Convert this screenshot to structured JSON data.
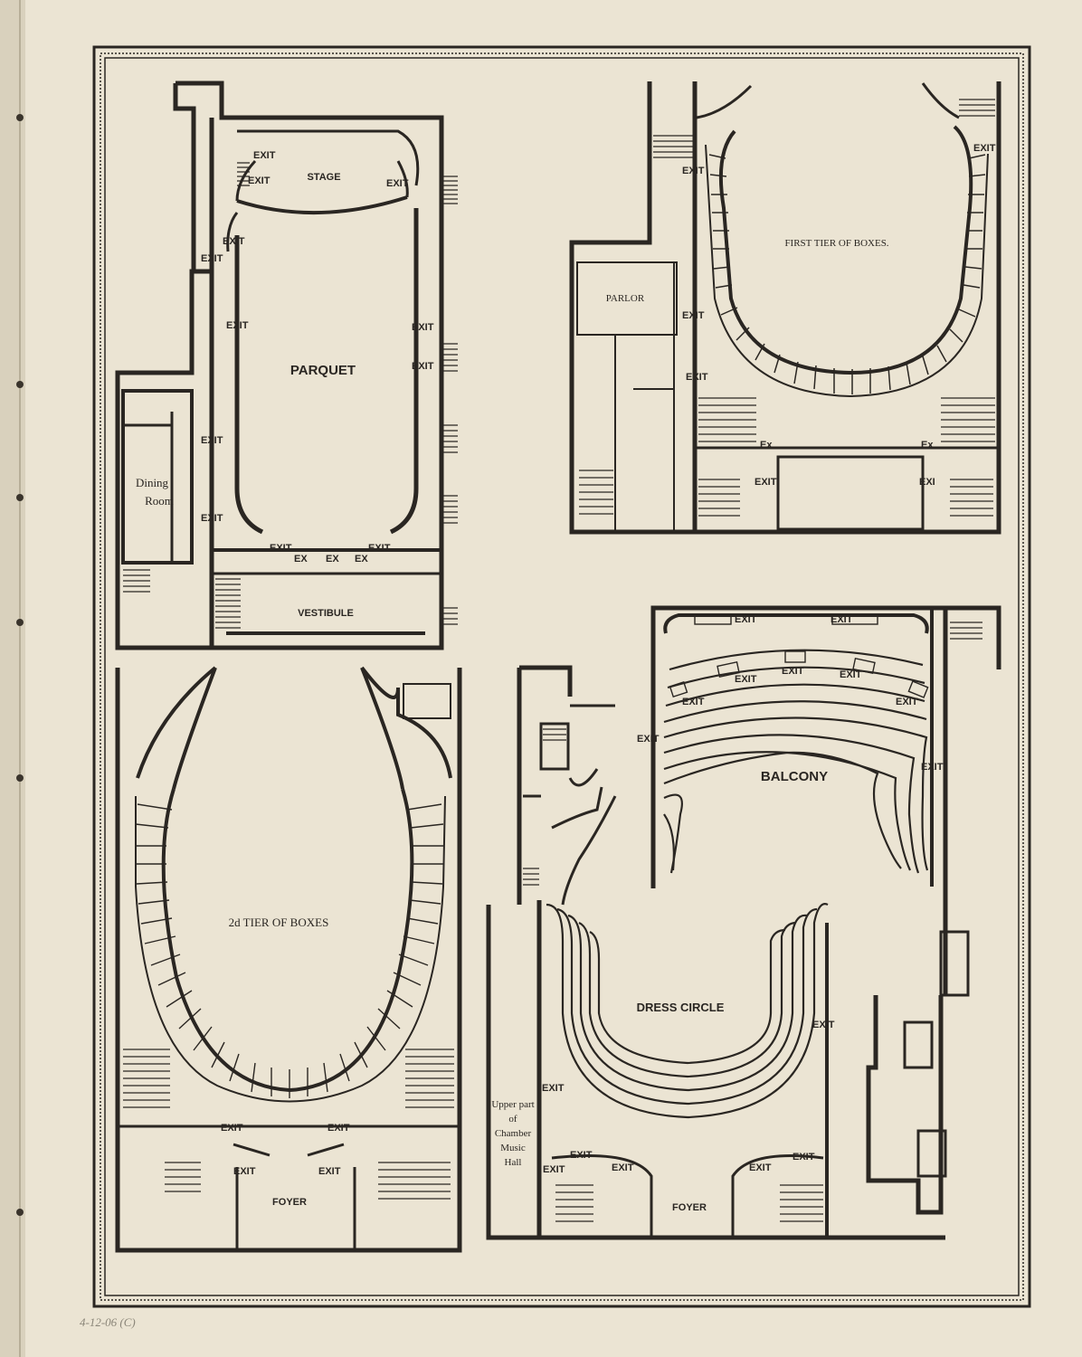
{
  "plans": {
    "parquet": {
      "title": "PARQUET",
      "stage": "STAGE",
      "dining": [
        "Dining",
        "Room"
      ],
      "vestibule": "VESTIBULE",
      "exit": "EXIT",
      "ex": "EX"
    },
    "first_tier": {
      "title": "FIRST TIER OF BOXES.",
      "parlor": "PARLOR",
      "exit": "EXIT",
      "ex": "Ex",
      "exit_cut": "EXI"
    },
    "second_tier": {
      "title": "2d TIER OF BOXES",
      "foyer": "FOYER",
      "exit": "EXIT"
    },
    "balcony": {
      "title": "BALCONY",
      "exit": "EXIT",
      "exit_side": "EXIT"
    },
    "dress_circle": {
      "title": "DRESS CIRCLE",
      "foyer": "FOYER",
      "exit": "EXIT",
      "upper": [
        "Upper part",
        "of",
        "Chamber",
        "Music",
        "Hall"
      ]
    }
  },
  "pencil_note": "4-12-06 (C)",
  "colors": {
    "paper": "#ebe4d3",
    "ink": "#2a2622",
    "pencil": "#8a8578"
  }
}
